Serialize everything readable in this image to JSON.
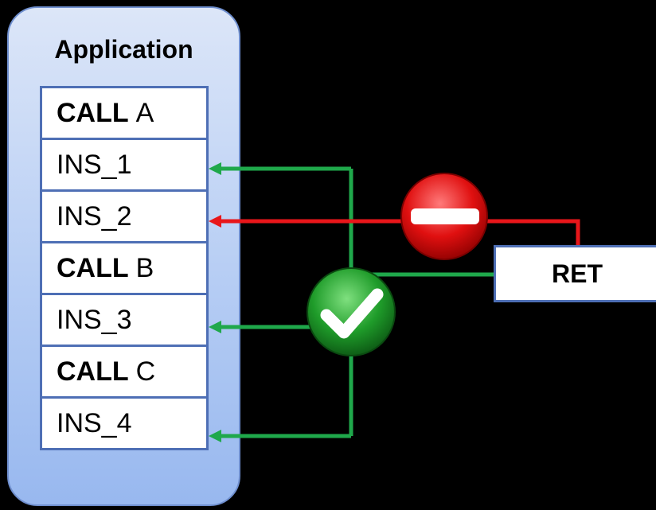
{
  "application": {
    "title": "Application",
    "rows": [
      {
        "bold": "CALL",
        "text": "A"
      },
      {
        "bold": "",
        "text": "INS_1"
      },
      {
        "bold": "",
        "text": "INS_2"
      },
      {
        "bold": "CALL",
        "text": "B"
      },
      {
        "bold": "",
        "text": "INS_3"
      },
      {
        "bold": "CALL",
        "text": "C"
      },
      {
        "bold": "",
        "text": "INS_4"
      }
    ]
  },
  "ret": {
    "label": "RET"
  },
  "colors": {
    "allowed": "#1fa84b",
    "blocked": "#e8161a",
    "panel_border": "#6f8fcf",
    "box_border": "#4e6fb5"
  },
  "icons": {
    "allowed": "check-icon",
    "blocked": "no-entry-icon"
  }
}
